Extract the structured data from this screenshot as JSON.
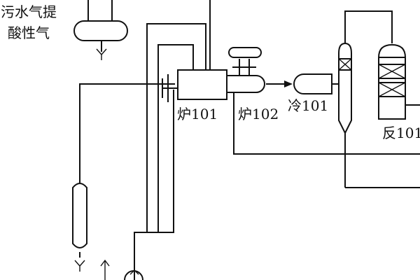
{
  "labels": {
    "source_line1": "污水气提",
    "source_line2": "酸性气",
    "furnace_101": "炉101",
    "furnace_102": "炉102",
    "cooler_101": "冷101",
    "reactor_101": "反101"
  },
  "colors": {
    "line": "#111111",
    "background": "#ffffff"
  }
}
